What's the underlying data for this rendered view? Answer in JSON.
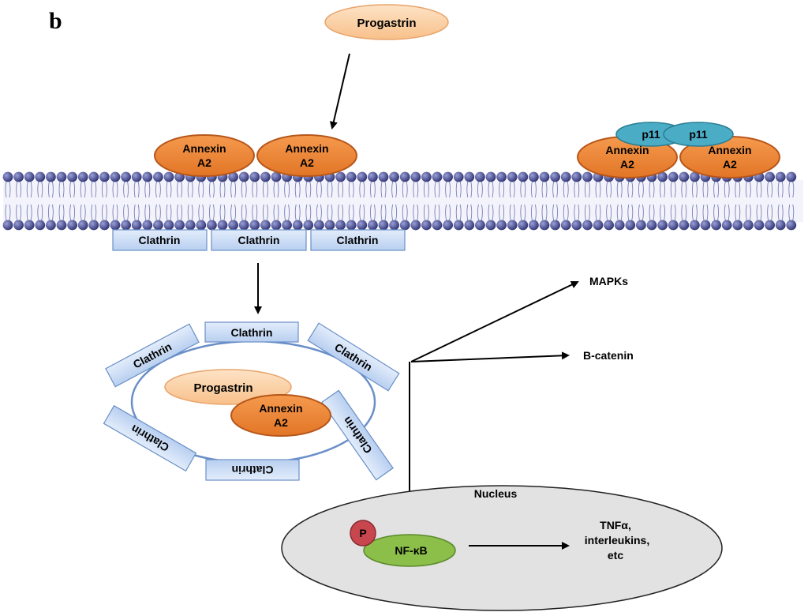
{
  "panel_label": "b",
  "ligand": "Progastrin",
  "receptor": {
    "line1": "Annexin",
    "line2": "A2"
  },
  "adaptor": "p11",
  "coat": "Clathrin",
  "nucleus": "Nucleus",
  "phospho": "P",
  "tf": "NF-κB",
  "outputs": {
    "mapks": "MAPKs",
    "bcatenin": "B-catenin"
  },
  "genes": {
    "line1": "TNFα,",
    "line2": "interleukins,",
    "line3": "etc"
  },
  "colors": {
    "progastrin": "#fcd2a8",
    "annexin": "#f28a3a",
    "annexin_stroke": "#b7561a",
    "p11": "#4bacc6",
    "clathrin": "#c9dcf6",
    "clathrin_stroke": "#6a8fc8",
    "lipid_head": "#3d3f7a",
    "nucleus": "#e2e2e2",
    "nfkb": "#8cbf4a",
    "phospho": "#c8474f"
  }
}
